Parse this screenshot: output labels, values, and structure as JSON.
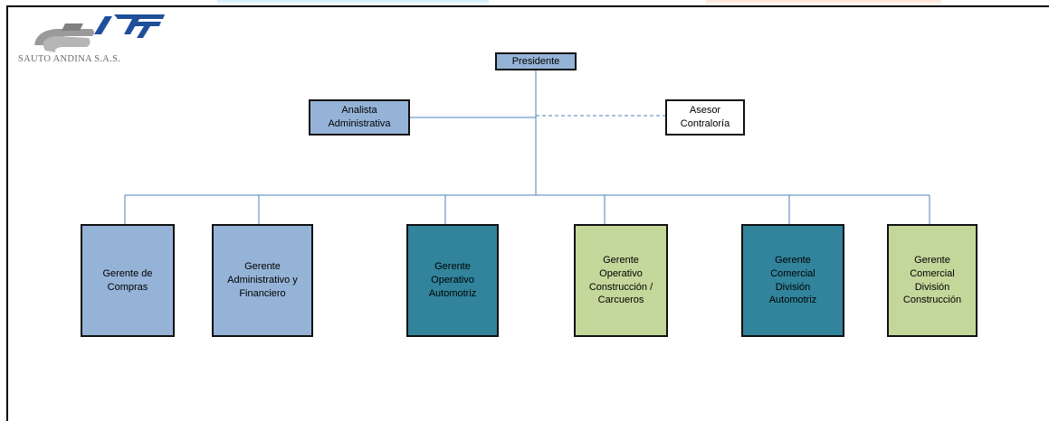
{
  "logo": {
    "company_name": "SAUTO ANDINA S.A.S.",
    "icon": "sauto-andina-logo"
  },
  "org_chart": {
    "top": "Presidente",
    "staff": [
      {
        "label": "Analista\nAdministrativa",
        "style": "light-blue",
        "link": "solid"
      },
      {
        "label": "Asesor\nContraloría",
        "style": "white",
        "link": "dashed"
      }
    ],
    "managers": [
      {
        "label": "Gerente de\nCompras",
        "style": "light-blue"
      },
      {
        "label": "Gerente\nAdministrativo y\nFinanciero",
        "style": "light-blue"
      },
      {
        "label": "Gerente\nOperativo\nAutomotriz",
        "style": "teal"
      },
      {
        "label": "Gerente\nOperativo\nConstrucción /\nCarcueros",
        "style": "light-green"
      },
      {
        "label": "Gerente\nComercial\nDivisión\nAutomotriz",
        "style": "teal"
      },
      {
        "label": "Gerente\nComercial\nDivisión\nConstrucción",
        "style": "light-green"
      }
    ]
  },
  "colors": {
    "light_blue": "#95b3d7",
    "teal": "#31849b",
    "light_green": "#c4d79b",
    "connector": "#4f81bd"
  }
}
